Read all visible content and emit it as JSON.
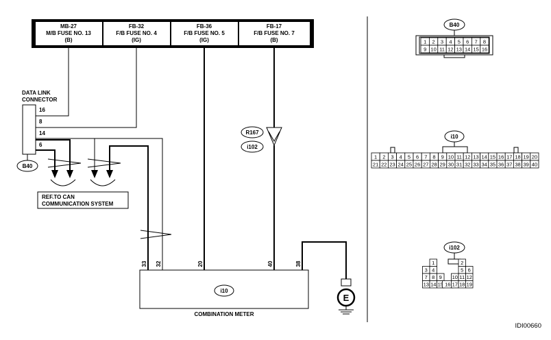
{
  "fuses": [
    {
      "id": "MB-27",
      "name": "M/B FUSE NO. 13",
      "supply": "(B)"
    },
    {
      "id": "FB-32",
      "name": "F/B FUSE NO. 4",
      "supply": "(IG)"
    },
    {
      "id": "FB-36",
      "name": "F/B FUSE NO. 5",
      "supply": "(IG)"
    },
    {
      "id": "FB-17",
      "name": "F/B FUSE NO. 7",
      "supply": "(B)"
    }
  ],
  "dlc": {
    "title_line1": "DATA LINK",
    "title_line2": "CONNECTOR",
    "pins": [
      "16",
      "8",
      "14",
      "6"
    ],
    "connector": "B40"
  },
  "can_ref": {
    "line1": "REF.TO CAN",
    "line2": "COMMUNICATION SYSTEM"
  },
  "inline_connectors": [
    "R167",
    "i102"
  ],
  "meter": {
    "connector": "i10",
    "label": "COMBINATION METER",
    "pins": [
      "33",
      "32",
      "20",
      "40",
      "38"
    ]
  },
  "ground_label": "E",
  "figure_id": "IDI00660",
  "connector_views": {
    "b40": {
      "name": "B40",
      "row1": [
        "1",
        "2",
        "3",
        "4",
        "5",
        "6",
        "7",
        "8"
      ],
      "row2": [
        "9",
        "10",
        "11",
        "12",
        "13",
        "14",
        "15",
        "16"
      ]
    },
    "i10": {
      "name": "i10",
      "row1": [
        "1",
        "2",
        "3",
        "4",
        "5",
        "6",
        "7",
        "8",
        "9",
        "10",
        "11",
        "12",
        "13",
        "14",
        "15",
        "16",
        "17",
        "18",
        "19",
        "20"
      ],
      "row2": [
        "21",
        "22",
        "23",
        "24",
        "25",
        "26",
        "27",
        "28",
        "29",
        "30",
        "31",
        "32",
        "33",
        "34",
        "35",
        "36",
        "37",
        "38",
        "39",
        "40"
      ]
    },
    "i102": {
      "name": "i102",
      "cells": [
        "1",
        "2",
        "3",
        "4",
        "5",
        "6",
        "7",
        "8",
        "9",
        "10",
        "11",
        "12",
        "13",
        "14",
        "15",
        "16",
        "17",
        "18",
        "19"
      ]
    }
  }
}
